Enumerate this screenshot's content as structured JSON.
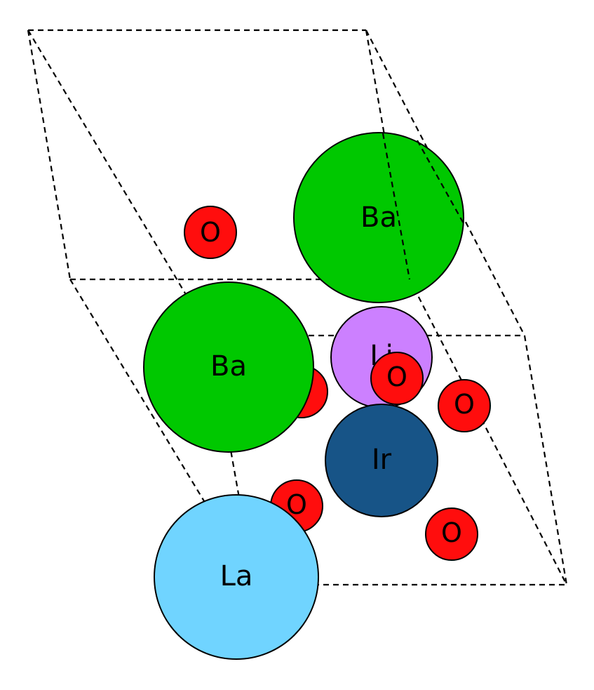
{
  "structure": {
    "cell_boundary": "dashed unit cell",
    "atoms": [
      {
        "element": "La",
        "color": "#70d4ff"
      },
      {
        "element": "Ba",
        "color": "#00c800"
      },
      {
        "element": "Ba",
        "color": "#00c800"
      },
      {
        "element": "Li",
        "color": "#cc80ff"
      },
      {
        "element": "Ir",
        "color": "#175487"
      },
      {
        "element": "O",
        "color": "#ff0d0d"
      }
    ]
  },
  "labels": {
    "ba_top": "Ba",
    "ba_mid": "Ba",
    "li": "Li",
    "ir": "Ir",
    "la": "La",
    "o_upper_left": "O",
    "o_center": "O",
    "o_right": "O",
    "o_lower_left": "O",
    "o_lower_right": "O"
  }
}
